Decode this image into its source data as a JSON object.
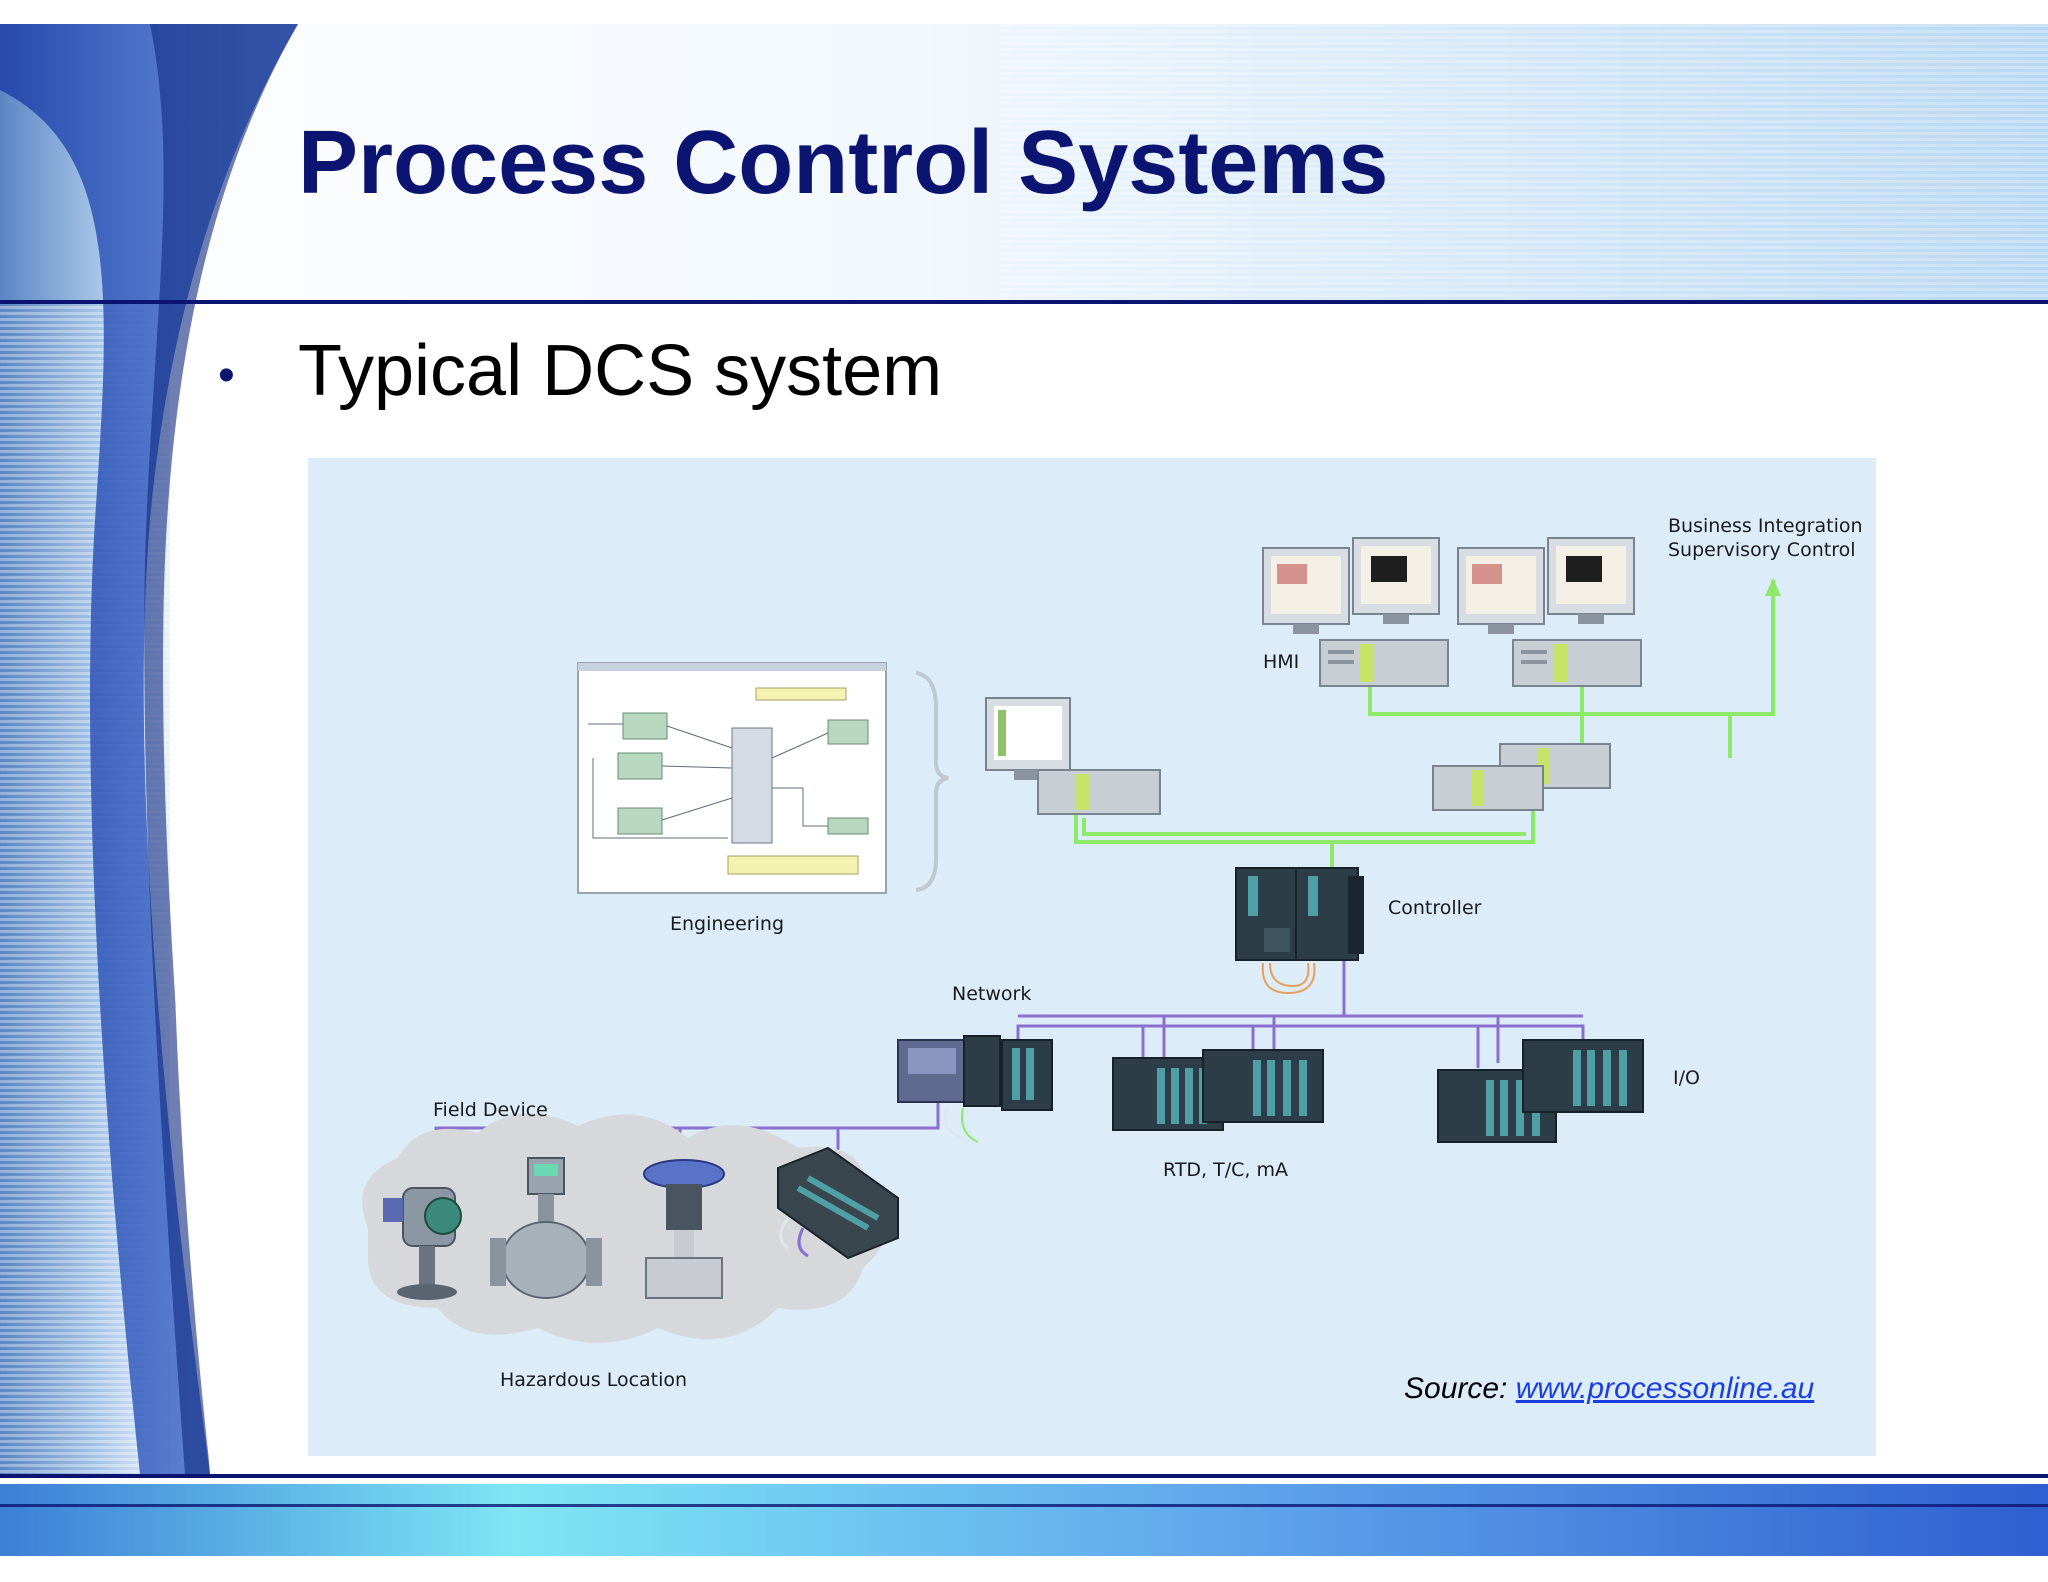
{
  "slide": {
    "title": "Process Control Systems",
    "bullet": "Typical DCS system",
    "bullet_marker": "•",
    "source_label": "Source:",
    "source_link": "www.processonline.au"
  },
  "diagram": {
    "labels": {
      "business": "Business Integration",
      "supervisory": "Supervisory Control",
      "hmi": "HMI",
      "engineering": "Engineering",
      "controller": "Controller",
      "network": "Network",
      "field_device": "Field Device",
      "io": "I/O",
      "rtd": "RTD, T/C, mA",
      "hazardous": "Hazardous Location"
    }
  },
  "colors": {
    "title": "#0b1470",
    "panel_bg": "#dcecf8",
    "green_link": "#8ee86a",
    "purple_bus": "#8a6fd0",
    "link": "#1a3ee0"
  }
}
